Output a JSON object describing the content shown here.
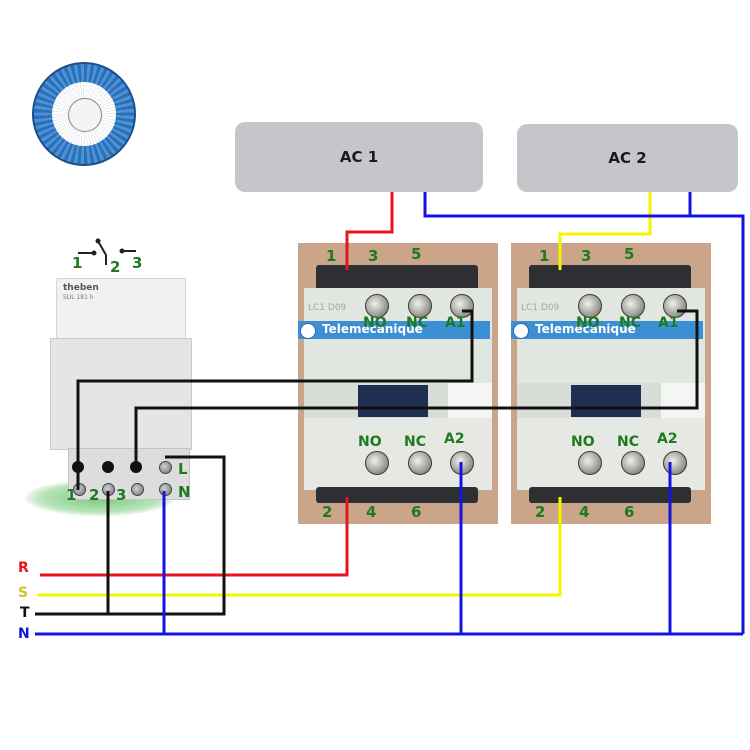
{
  "loads": [
    {
      "id": "ac1",
      "label": "AC 1"
    },
    {
      "id": "ac2",
      "label": "AC 2"
    }
  ],
  "timer": {
    "brand": "theben",
    "model": "SUL 181 h",
    "switch_symbol_labels": [
      "1",
      "2",
      "3"
    ],
    "terminal_labels": [
      "1",
      "2",
      "3"
    ],
    "power_labels": {
      "live": "L",
      "neutral": "N"
    }
  },
  "contactors": [
    {
      "brand": "Telemecanique",
      "model": "LC1 D09",
      "top_terminals": [
        "1",
        "3",
        "5"
      ],
      "bottom_terminals": [
        "2",
        "4",
        "6"
      ],
      "aux_top": [
        "NO",
        "NC",
        "A1"
      ],
      "aux_bottom": [
        "NO",
        "NC",
        "A2"
      ]
    },
    {
      "brand": "Telemecanique",
      "model": "LC1 D09",
      "top_terminals": [
        "1",
        "3",
        "5"
      ],
      "bottom_terminals": [
        "2",
        "4",
        "6"
      ],
      "aux_top": [
        "NO",
        "NC",
        "A1"
      ],
      "aux_bottom": [
        "NO",
        "NC",
        "A2"
      ]
    }
  ],
  "supply_lines": [
    {
      "label": "R",
      "color": "#e8141b"
    },
    {
      "label": "S",
      "color": "#c8c81e"
    },
    {
      "label": "T",
      "color": "#111111"
    },
    {
      "label": "N",
      "color": "#1414e0"
    }
  ],
  "wire_colors": {
    "red": "#e8141b",
    "yellow": "#f5f500",
    "black": "#111111",
    "blue": "#1414e0",
    "label_green": "#1e7a1e"
  }
}
